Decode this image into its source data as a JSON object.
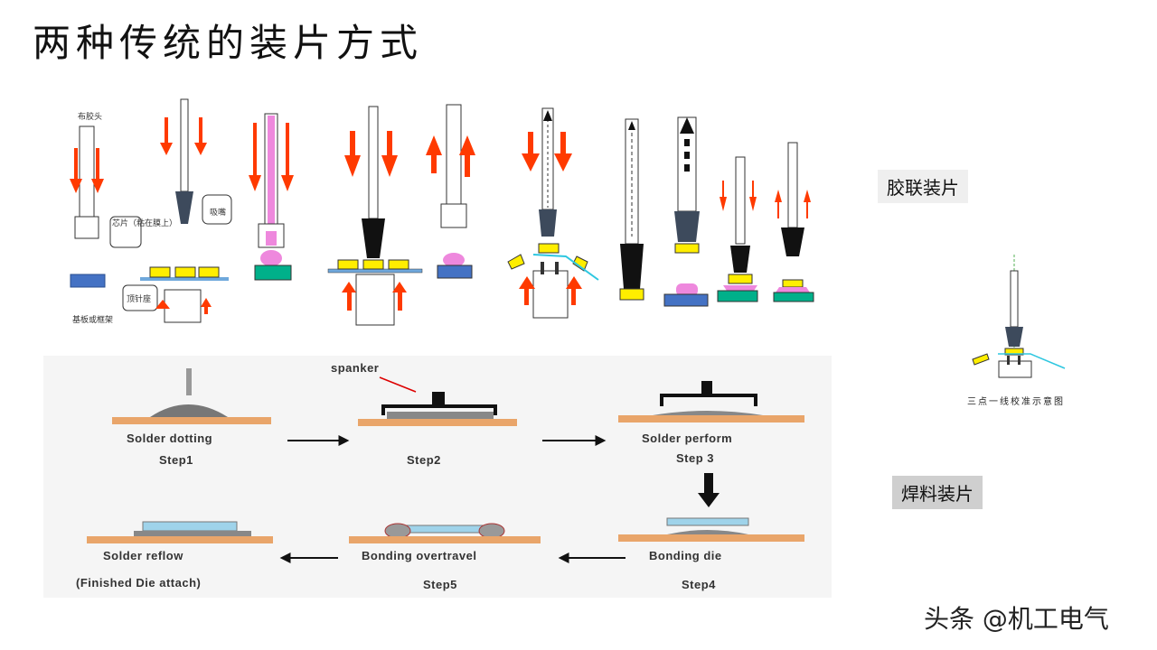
{
  "title": "两种传统的装片方式",
  "sections": {
    "glue": "胶联装片",
    "solder": "焊料装片"
  },
  "glue_diagram": {
    "dispense_head": "布胶头",
    "chip_on_film": "芯片（粘在膜上）",
    "suction_nozzle": "吸嘴",
    "ejector_seat": "顶针座",
    "substrate": "基板或框架",
    "alignment_caption": "三点一线校准示意图"
  },
  "solder_flow": {
    "spanker": "spanker",
    "steps": [
      {
        "caption": "Solder dotting",
        "step": "Step1"
      },
      {
        "caption": "",
        "step": "Step2"
      },
      {
        "caption": "Solder perform",
        "step": "Step 3"
      },
      {
        "caption": "Bonding die",
        "step": "Step4"
      },
      {
        "caption": "Bonding overtravel",
        "step": "Step5"
      },
      {
        "caption": "Solder reflow",
        "step": "(Finished Die attach)"
      }
    ]
  },
  "watermark": "头条 @机工电气",
  "colors": {
    "arrow": "#ff3a00",
    "chip": "#ffee00",
    "substrate_blue": "#4472c4",
    "glue_pink": "#ee88dd",
    "teal": "#00b08a",
    "nozzle": "#3d4a5c"
  }
}
